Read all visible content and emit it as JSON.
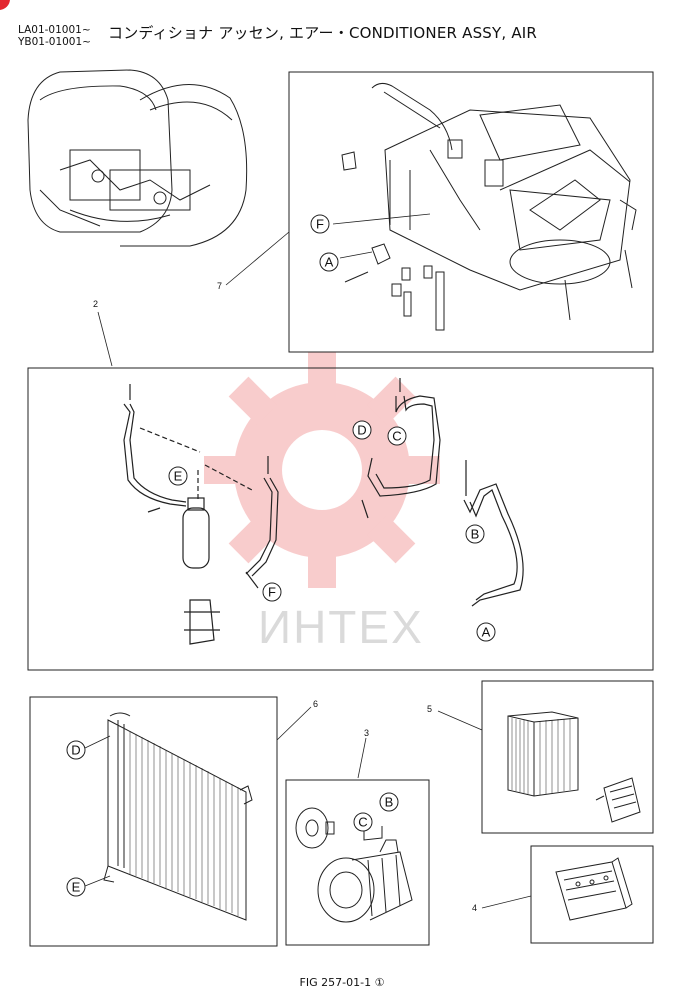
{
  "header": {
    "code_line1": "LA01-01001~",
    "code_line2": "YB01-01001~",
    "title": "コンディショナ アッセン,  エアー・CONDITIONER ASSY, AIR"
  },
  "part_numbers": {
    "p2": "2",
    "p3": "3",
    "p4": "4",
    "p5": "5",
    "p6": "6",
    "p7": "7"
  },
  "callouts": {
    "A": "A",
    "B": "B",
    "C": "C",
    "D": "D",
    "E": "E",
    "F": "F"
  },
  "watermark": "ИНТЕХ",
  "footer": {
    "fig_label": "FIG 257-01-1 ①"
  },
  "colors": {
    "watermark_gear": "#e84a4a",
    "corner_mark": "#e3262f"
  }
}
